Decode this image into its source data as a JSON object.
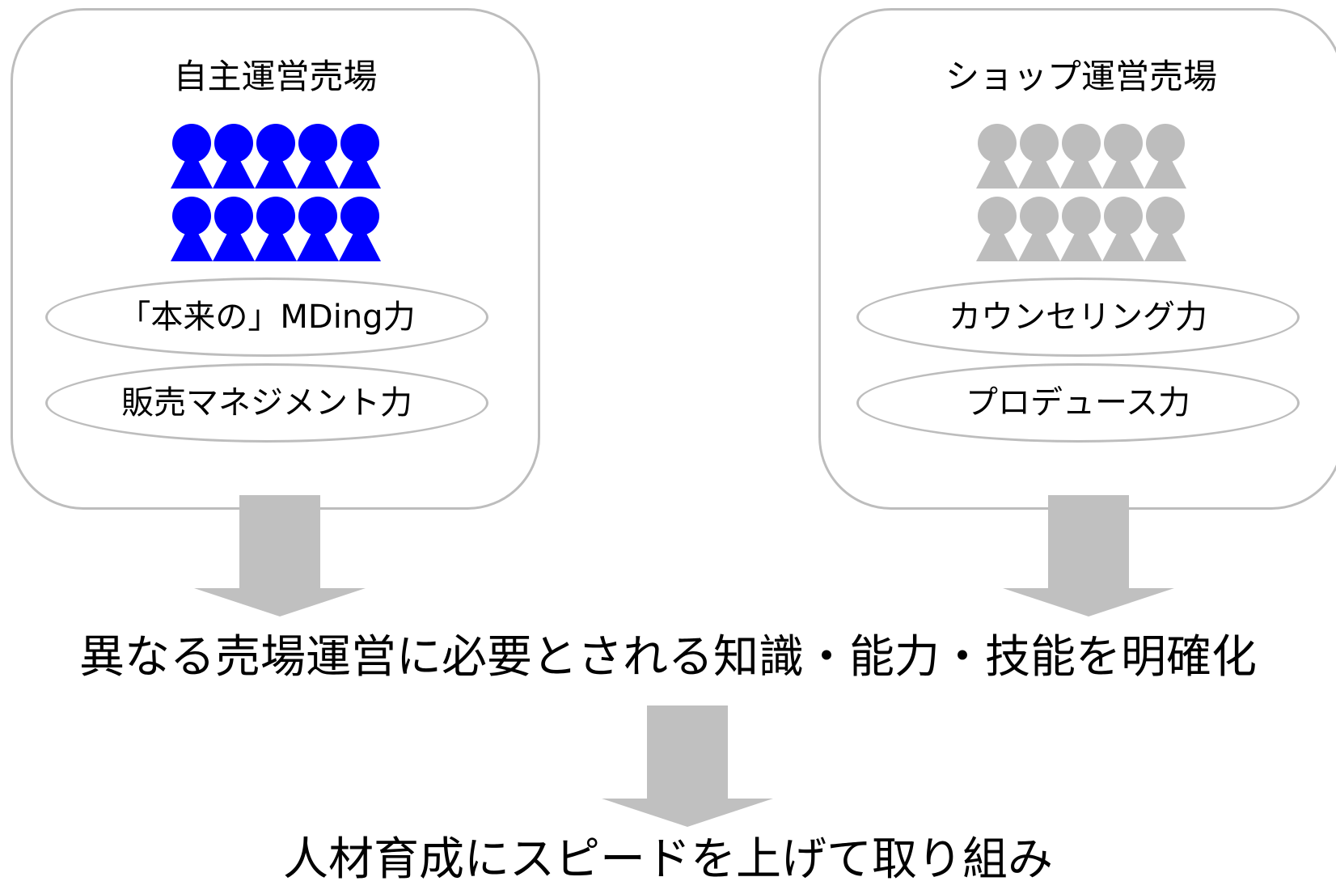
{
  "colors": {
    "active_people": "#0000ff",
    "inactive_people": "#bdbdbd",
    "arrow": "#c0c0c0",
    "border": "#bdbdbd"
  },
  "left_panel": {
    "title": "自主運営売場",
    "skills": [
      "「本来の」MDing力",
      "販売マネジメント力"
    ]
  },
  "right_panel": {
    "title": "ショップ運営売場",
    "skills": [
      "カウンセリング力",
      "プロデュース力"
    ]
  },
  "statement": "異なる売場運営に必要とされる知識・能力・技能を明確化",
  "goal": "人材育成にスピードを上げて取り組み"
}
